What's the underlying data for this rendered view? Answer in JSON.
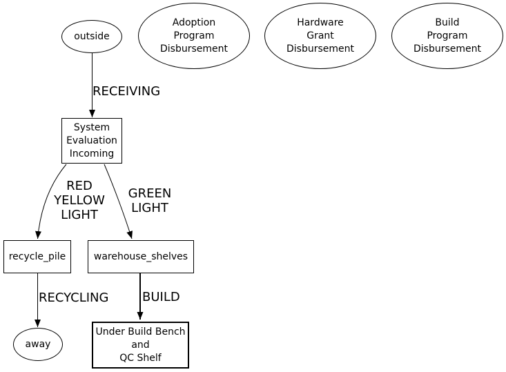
{
  "diagram": {
    "type": "directed-flow-graph",
    "background_color": "#ffffff",
    "line_color": "#000000",
    "text_color": "#000000",
    "nodes": [
      {
        "id": "outside",
        "shape": "ellipse",
        "label": "outside"
      },
      {
        "id": "adoption-program-disbursement",
        "shape": "ellipse",
        "label": "Adoption\nProgram\nDisbursement"
      },
      {
        "id": "hardware-grant-disbursement",
        "shape": "ellipse",
        "label": "Hardware\nGrant\nDisbursement"
      },
      {
        "id": "build-program-disbursement",
        "shape": "ellipse",
        "label": "Build\nProgram\nDisbursement"
      },
      {
        "id": "system-evaluation-incoming",
        "shape": "box",
        "label": "System\nEvaluation\nIncoming"
      },
      {
        "id": "recycle-pile",
        "shape": "box",
        "label": "recycle_pile"
      },
      {
        "id": "warehouse-shelves",
        "shape": "box",
        "label": "warehouse_shelves"
      },
      {
        "id": "away",
        "shape": "ellipse",
        "label": "away"
      },
      {
        "id": "under-build-bench",
        "shape": "box",
        "label": "Under Build Bench\nand\nQC Shelf"
      }
    ],
    "edges": [
      {
        "from": "outside",
        "to": "system-evaluation-incoming",
        "label": "RECEIVING"
      },
      {
        "from": "system-evaluation-incoming",
        "to": "recycle-pile",
        "label": "RED\nYELLOW\nLIGHT"
      },
      {
        "from": "system-evaluation-incoming",
        "to": "warehouse-shelves",
        "label": "GREEN\nLIGHT"
      },
      {
        "from": "recycle-pile",
        "to": "away",
        "label": "RECYCLING"
      },
      {
        "from": "warehouse-shelves",
        "to": "under-build-bench",
        "label": "BUILD"
      }
    ]
  }
}
